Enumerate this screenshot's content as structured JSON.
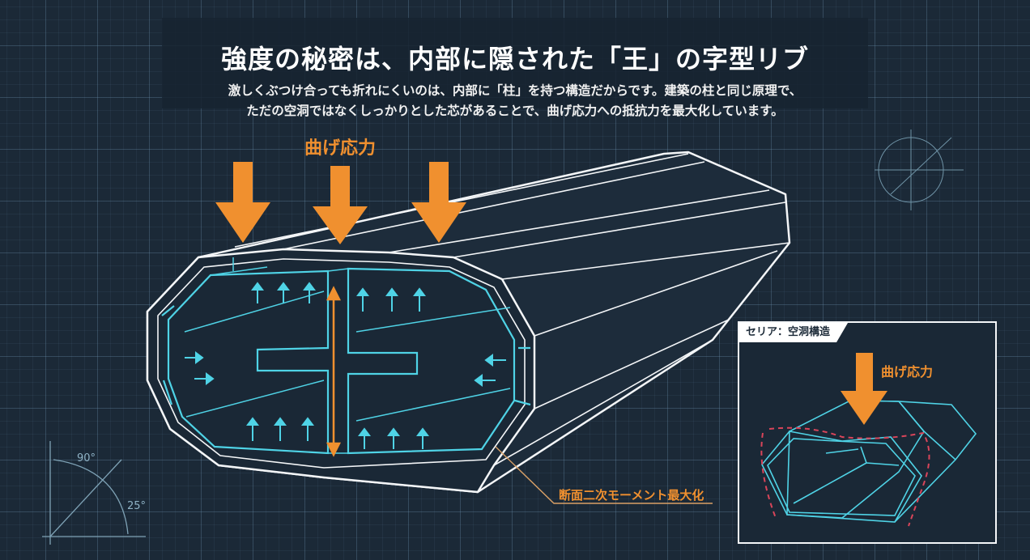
{
  "header": {
    "title": "強度の秘密は、内部に隠された「王」の字型リブ",
    "subtitle_line1": "激しくぶつけ合っても折れにくいのは、内部に「柱」を持つ構造だからです。建築の柱と同じ原理で、",
    "subtitle_line2": "ただの空洞ではなくしっかりとした芯があることで、曲げ応力への抵抗力を最大化しています。"
  },
  "main_diagram": {
    "stress_label": "曲げ応力",
    "callout_label": "断面二次モーメント最大化"
  },
  "inset": {
    "tab_label": "セリア：空洞構造",
    "stress_label": "曲げ応力"
  },
  "angle_gauge": {
    "angle_top": "90°",
    "angle_bottom": "25°"
  },
  "colors": {
    "background": "#1b2937",
    "accent_orange": "#f0902f",
    "cyan": "#4fd3e6",
    "deform_red": "#d9455a"
  }
}
